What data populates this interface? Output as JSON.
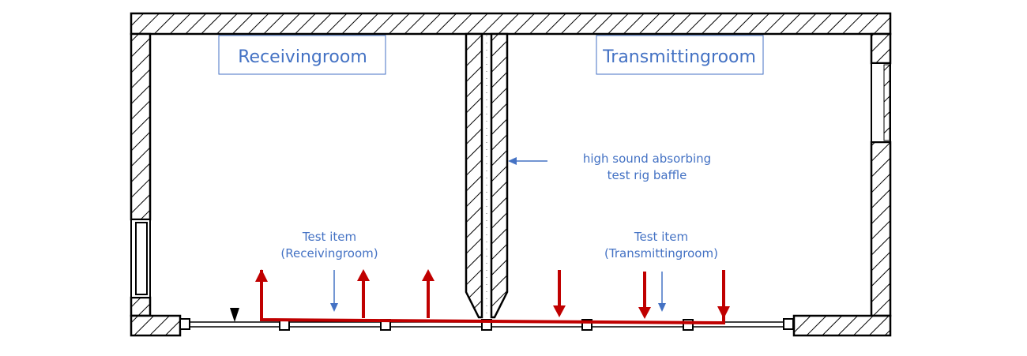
{
  "rooms": {
    "receiving_label": "Receivingroom",
    "transmitting_label": "Transmittingroom"
  },
  "baffle": {
    "line1": "high sound absorbing",
    "line2": "test rig baffle"
  },
  "test_item_receiving": {
    "line1": "Test item",
    "line2": "(Receivingroom)"
  },
  "test_item_transmitting": {
    "line1": "Test item",
    "line2": "(Transmittingroom)"
  },
  "colors": {
    "label": "#4472C4",
    "path": "#C00000",
    "wall": "#000000"
  }
}
